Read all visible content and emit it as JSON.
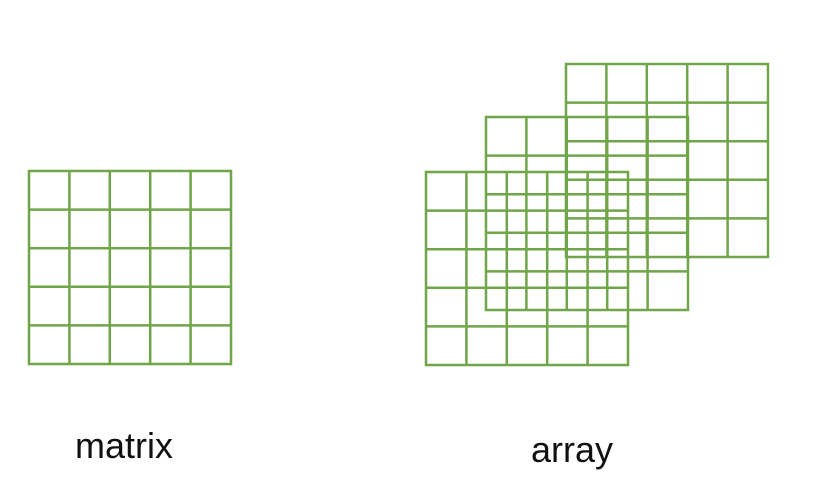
{
  "diagram": {
    "line_color": "#70a54a",
    "background": "#ffffff",
    "matrix": {
      "label": "matrix",
      "rows": 5,
      "cols": 5
    },
    "array": {
      "label": "array",
      "layers": 3,
      "rows_per_layer": 5,
      "cols_per_layer": 5
    }
  }
}
